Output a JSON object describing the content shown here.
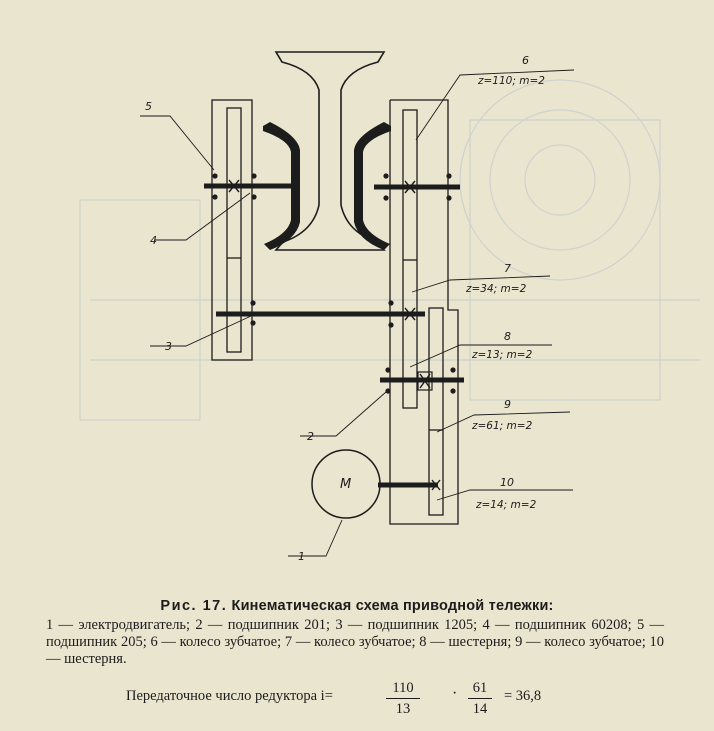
{
  "figure": {
    "labels": {
      "motor": "М",
      "n1": "1",
      "n2": "2",
      "n3": "3",
      "n4": "4",
      "n5": "5",
      "n6": "6",
      "n7": "7",
      "n8": "8",
      "n9": "9",
      "n10": "10"
    },
    "specs": {
      "s6": "z=110; m=2",
      "s7": "z=34; m=2",
      "s8": "z=13; m=2",
      "s9": "z=61; m=2",
      "s10": "z=14; m=2"
    }
  },
  "caption": {
    "prefix": "Рис. 17.",
    "title": "Кинематическая схема приводной тележки:"
  },
  "legend": "1 — электродвигатель; 2 — подшипник 201; 3 — подшипник 1205; 4 — подшипник 60208; 5 — подшипник 205; 6 — колесо зубчатое; 7 — колесо зубчатое; 8 — шестерня; 9 — колесо зубчатое; 10 — шестерня.",
  "formula": {
    "lead": "Передаточное число редуктора i=",
    "f1_num": "110",
    "f1_den": "13",
    "dot": "·",
    "f2_num": "61",
    "f2_den": "14",
    "result": "= 36,8"
  }
}
